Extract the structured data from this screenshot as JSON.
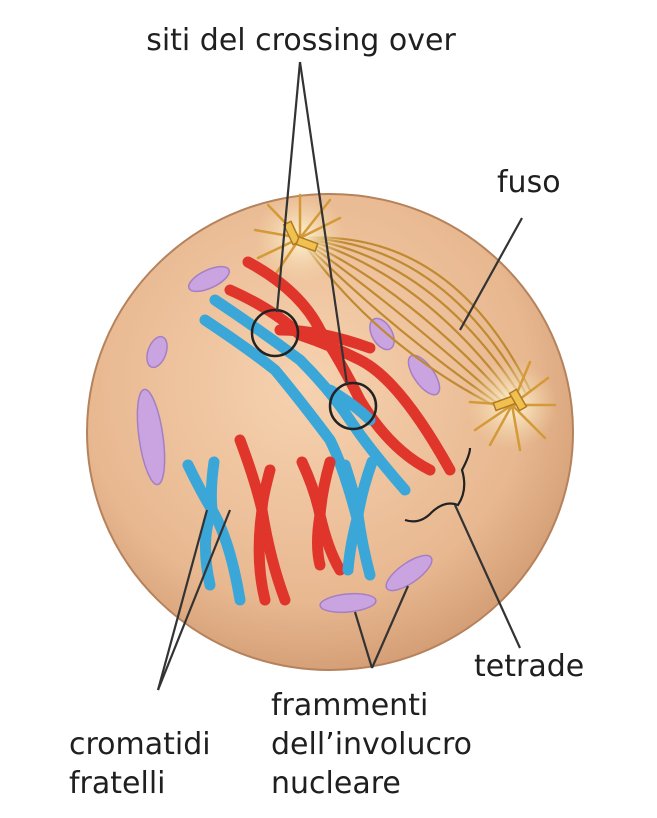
{
  "labels": {
    "crossing_sites": "siti del crossing over",
    "spindle": "fuso",
    "tetrad": "tetrade",
    "envelope_line1": "frammenti",
    "envelope_line2": "dell’involucro",
    "envelope_line3": "nucleare",
    "sister_line1": "cromatidi",
    "sister_line2": "fratelli"
  },
  "colors": {
    "cell_fill": "#e8b890",
    "cell_edge": "#b07850",
    "chromosome_red": "#e0352b",
    "chromosome_blue": "#3aa7d8",
    "envelope_fragment": "#c9a4e0",
    "spindle_fiber": "#c08a30",
    "centriole": "#f0c050",
    "leader_line": "#333333"
  }
}
